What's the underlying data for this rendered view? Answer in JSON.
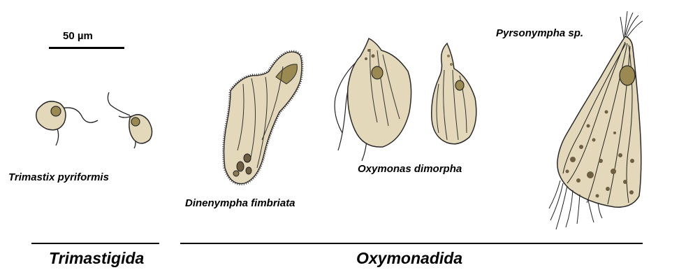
{
  "scale": {
    "text": "50 µm"
  },
  "species": {
    "trimastix": "Trimastix pyriformis",
    "dinenympha": "Dinenympha fimbriata",
    "oxymonas": "Oxymonas dimorpha",
    "pyrsonympha": "Pyrsonympha sp."
  },
  "groups": {
    "trimastigida": "Trimastigida",
    "oxymonadida": "Oxymonadida"
  },
  "colors": {
    "cell_fill": "#e3d8b9",
    "cell_stroke": "#2a2a2a",
    "nucleus_fill": "#9a8a52",
    "granule_fill": "#6e5f44",
    "outline": "#000000"
  }
}
